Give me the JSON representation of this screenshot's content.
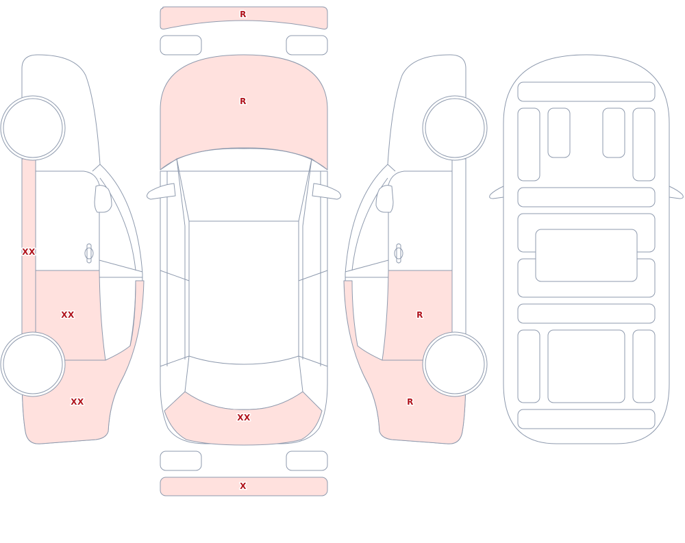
{
  "colors": {
    "outline": "#8d99ad",
    "panel_fill": "#ffffff",
    "damage_fill": "#ffe1de",
    "mark_text": "#b0121b"
  },
  "damage_marks": {
    "front_bumper": "R",
    "hood": "R",
    "trunk_lid": "XX",
    "rear_bumper": "X",
    "left_side_sill": "XX",
    "left_rear_door": "XX",
    "left_rear_quarter": "XX",
    "right_rear_door": "R",
    "right_rear_quarter": "R"
  }
}
